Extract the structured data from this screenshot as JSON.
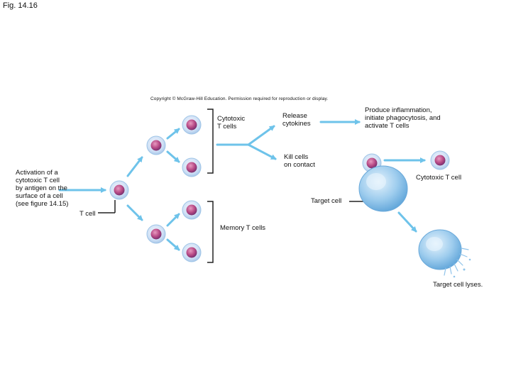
{
  "figure_label": "Fig. 14.16",
  "copyright": "Copyright © McGraw-Hill Education. Permission required for reproduction or display.",
  "labels": {
    "activation": "Activation of a\ncytotoxic T cell\nby antigen on the\nsurface of a cell\n(see figure 14.15)",
    "t_cell": "T cell",
    "cytotoxic_t_cells": "Cytotoxic\nT cells",
    "memory_t_cells": "Memory T cells",
    "release_cytokines": "Release\ncytokines",
    "produce_inflammation": "Produce inflammation,\ninitiate phagocytosis, and\nactivate T cells",
    "kill_cells": "Kill cells\non contact",
    "cytotoxic_t_cell": "Cytotoxic T cell",
    "target_cell": "Target cell",
    "target_cell_lyses": "Target cell lyses."
  },
  "colors": {
    "arrow": "#6ec3ea",
    "cell_membrane": "#cfe6f6",
    "nucleus": "#c04a8a",
    "target_cell": "#8fc3ea",
    "line": "#222222"
  }
}
